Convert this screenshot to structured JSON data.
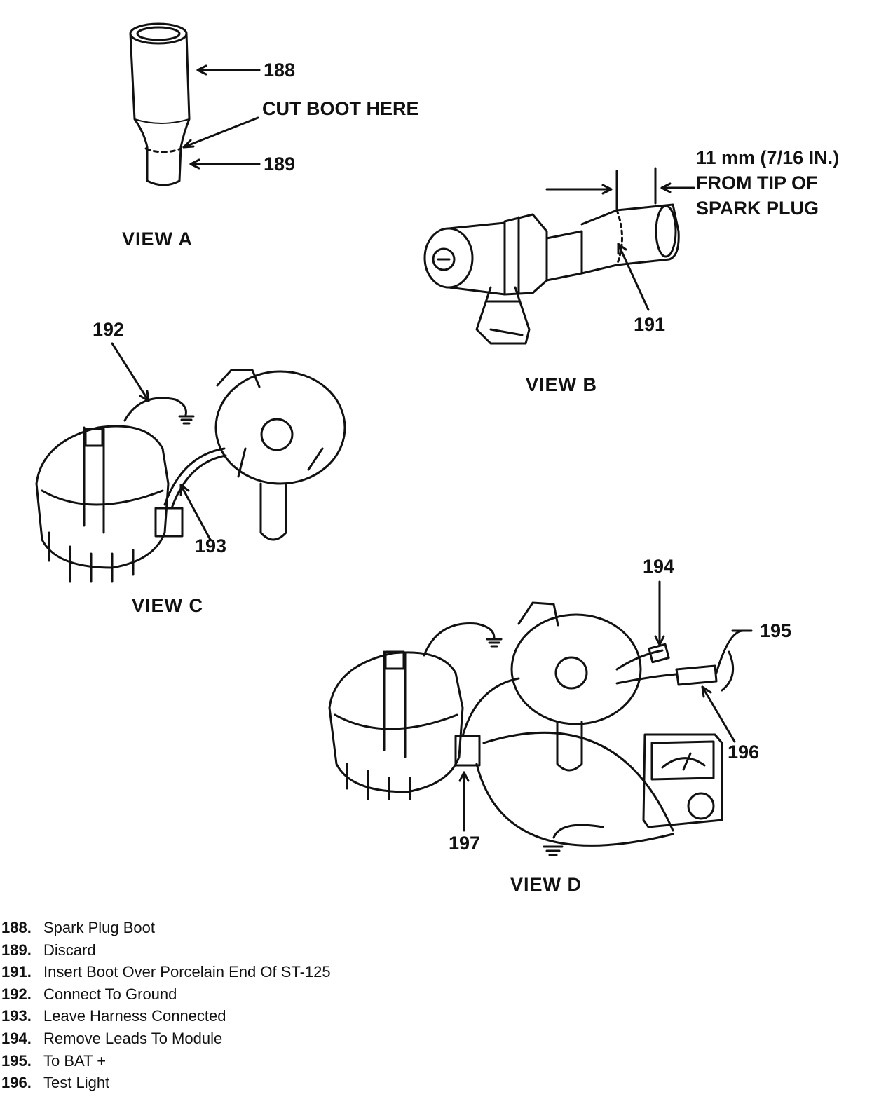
{
  "callouts": {
    "c188": "188",
    "c189": "189",
    "c191": "191",
    "c192": "192",
    "c193": "193",
    "c194": "194",
    "c195": "195",
    "c196": "196",
    "c197": "197"
  },
  "notes": {
    "cut_boot": "CUT BOOT HERE",
    "dimension_line1": "11 mm (7/16 IN.)",
    "dimension_line2": "FROM TIP OF",
    "dimension_line3": "SPARK PLUG"
  },
  "views": {
    "a": "VIEW A",
    "b": "VIEW B",
    "c": "VIEW C",
    "d": "VIEW D"
  },
  "legend": [
    {
      "num": "188.",
      "text": "Spark Plug Boot"
    },
    {
      "num": "189.",
      "text": "Discard"
    },
    {
      "num": "191.",
      "text": "Insert Boot Over Porcelain End Of ST-125"
    },
    {
      "num": "192.",
      "text": "Connect To Ground"
    },
    {
      "num": "193.",
      "text": "Leave Harness Connected"
    },
    {
      "num": "194.",
      "text": "Remove Leads To Module"
    },
    {
      "num": "195.",
      "text": "To BAT +"
    },
    {
      "num": "196.",
      "text": "Test Light"
    }
  ]
}
